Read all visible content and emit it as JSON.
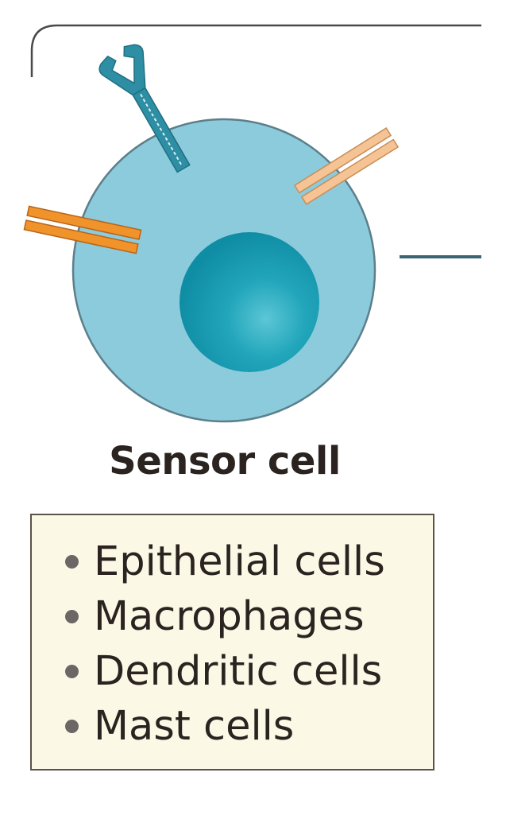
{
  "colors": {
    "frame_line": "#4a4a4a",
    "cell_body": "#8ccbdc",
    "cell_outline": "#5c7f8b",
    "nucleus": "#1a9bb2",
    "receptor_teal": "#2e8ea3",
    "receptor_orange": "#f0932b",
    "receptor_peach": "#f6c494",
    "connector_line": "#3a6473",
    "box_fill": "#fbf8e6",
    "box_border": "#5a524e",
    "text": "#2b2320"
  },
  "cell": {
    "title": "Sensor cell"
  },
  "cell_types": {
    "items": [
      {
        "label": "Epithelial cells"
      },
      {
        "label": "Macrophages"
      },
      {
        "label": "Dendritic cells"
      },
      {
        "label": "Mast cells"
      }
    ]
  }
}
